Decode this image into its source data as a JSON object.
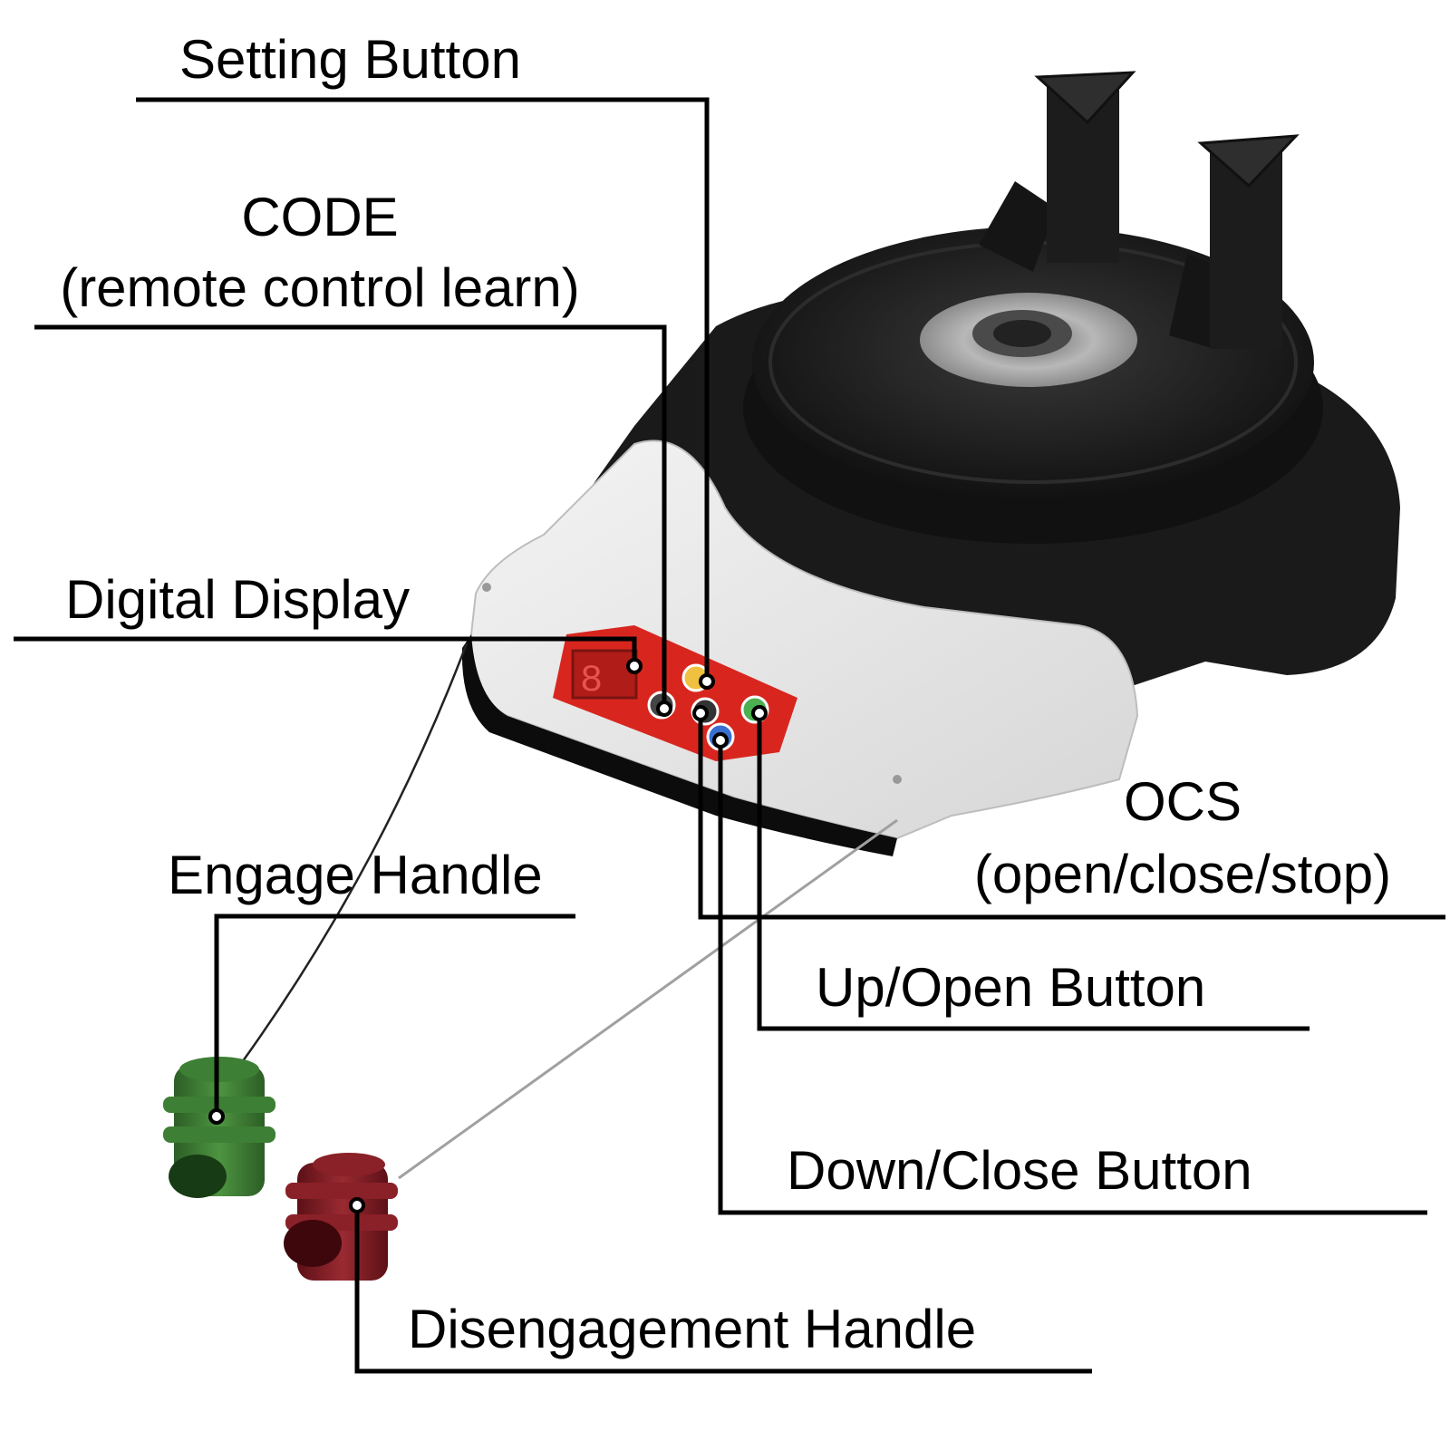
{
  "labels": {
    "setting_button": "Setting Button",
    "code_line1": "CODE",
    "code_line2": "(remote control learn)",
    "digital_display": "Digital Display",
    "ocs_line1": "OCS",
    "ocs_line2": "(open/close/stop)",
    "engage_handle": "Engage Handle",
    "up_open_button": "Up/Open Button",
    "down_close_button": "Down/Close Button",
    "disengagement_handle": "Disengagement Handle"
  },
  "colors": {
    "leader_line": "#000000",
    "motor_body": "#1a1a1a",
    "white_cover": "#e8e8e8",
    "control_panel": "#d8261f",
    "engage_handle": "#3c7a32",
    "disengagement_handle": "#7e1a22"
  }
}
